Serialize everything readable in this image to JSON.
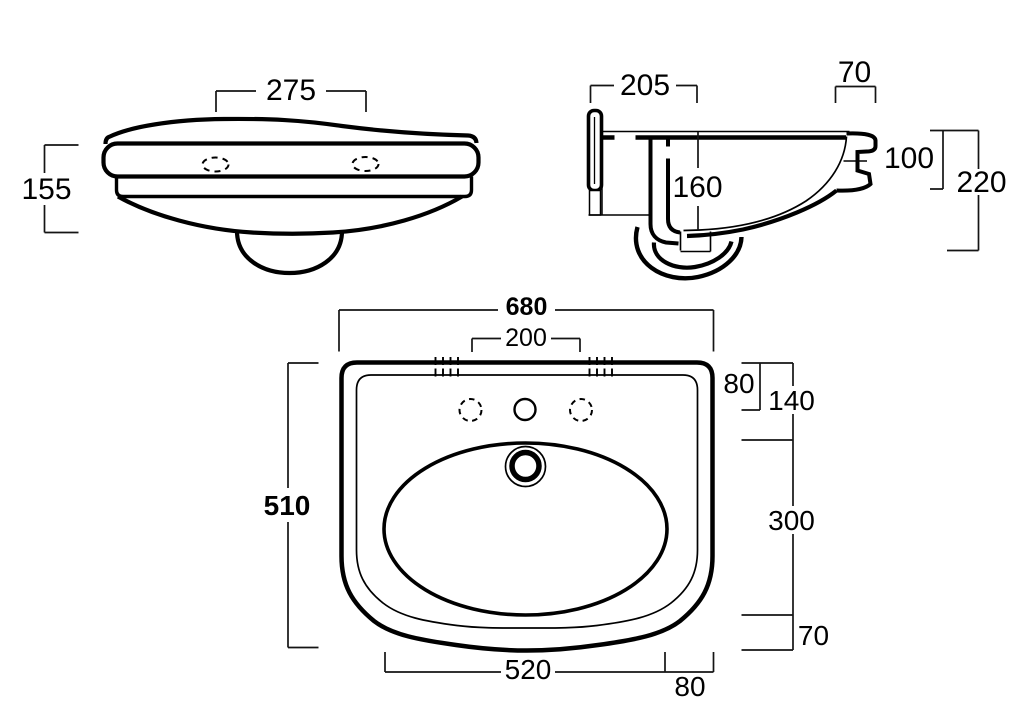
{
  "drawing": {
    "colors": {
      "background": "#ffffff",
      "line": "#000000"
    },
    "views": {
      "front": {
        "dims": {
          "d275": "275",
          "d155": "155"
        }
      },
      "side": {
        "dims": {
          "d205": "205",
          "d70": "70",
          "d160": "160",
          "d100": "100",
          "d220": "220"
        }
      },
      "plan": {
        "dims": {
          "d680": "680",
          "d200": "200",
          "d510": "510",
          "d80_top": "80",
          "d140": "140",
          "d300": "300",
          "d70": "70",
          "d520": "520",
          "d80_bottom": "80"
        }
      }
    }
  }
}
